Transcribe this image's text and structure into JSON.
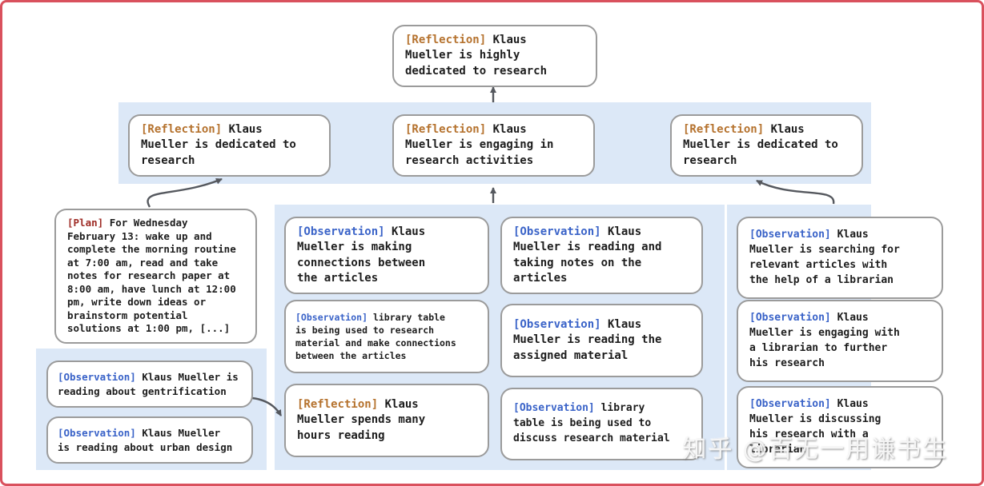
{
  "colors": {
    "frame_border": "#d9515d",
    "panel_blue": "#dce8f7",
    "box_border": "#9b9b9b",
    "reflection_label": "#b5722e",
    "plan_label": "#9e2b25",
    "observation_label": "#3a63c8",
    "arrow": "#55585e",
    "text": "#1d1d1d"
  },
  "watermark": {
    "text": "知乎 @百无一用谦书生"
  },
  "nodes": {
    "top": {
      "tag": "[Reflection]",
      "text": "Klaus\nMueller is highly\ndedicated to research"
    },
    "ref_left": {
      "tag": "[Reflection]",
      "text": "Klaus\nMueller is dedicated to\nresearch"
    },
    "ref_mid": {
      "tag": "[Reflection]",
      "text": "Klaus\nMueller is engaging in\nresearch activities"
    },
    "ref_right": {
      "tag": "[Reflection]",
      "text": "Klaus\nMueller is dedicated to\nresearch"
    },
    "plan": {
      "tag": "[Plan]",
      "text": "For Wednesday\nFebruary 13: wake up and\ncomplete the morning routine\nat 7:00 am, read and take\nnotes for research paper at\n8:00 am, have lunch at 12:00\npm, write down ideas or\nbrainstorm potential\nsolutions at 1:00 pm, [...]"
    },
    "obs_gentrification": {
      "tag": "[Observation]",
      "text": "Klaus Mueller is\nreading about gentrification"
    },
    "obs_urban": {
      "tag": "[Observation]",
      "text": "Klaus Mueller\nis reading about urban design"
    },
    "obs_connections": {
      "tag": "[Observation]",
      "text": "Klaus\nMueller is making\nconnections between\nthe articles"
    },
    "obs_libtable_research": {
      "tag": "[Observation]",
      "text": "library table\nis being used to research\nmaterial and make connections\nbetween the articles"
    },
    "ref_hours": {
      "tag": "[Reflection]",
      "text": "Klaus\nMueller spends many\nhours reading"
    },
    "obs_notes": {
      "tag": "[Observation]",
      "text": "Klaus\nMueller is reading and\ntaking notes on the\narticles"
    },
    "obs_assigned": {
      "tag": "[Observation]",
      "text": "Klaus\nMueller is reading the\nassigned material"
    },
    "obs_libtable_discuss": {
      "tag": "[Observation]",
      "text": "library\ntable is being used to\ndiscuss research material"
    },
    "obs_searching": {
      "tag": "[Observation]",
      "text": "Klaus\nMueller is searching for\nrelevant articles with\nthe help of a librarian"
    },
    "obs_engaging": {
      "tag": "[Observation]",
      "text": "Klaus\nMueller is engaging with\na librarian to further\nhis research"
    },
    "obs_discussing": {
      "tag": "[Observation]",
      "text": "Klaus\nMueller is discussing\nhis research with a\nlibrarian"
    }
  }
}
